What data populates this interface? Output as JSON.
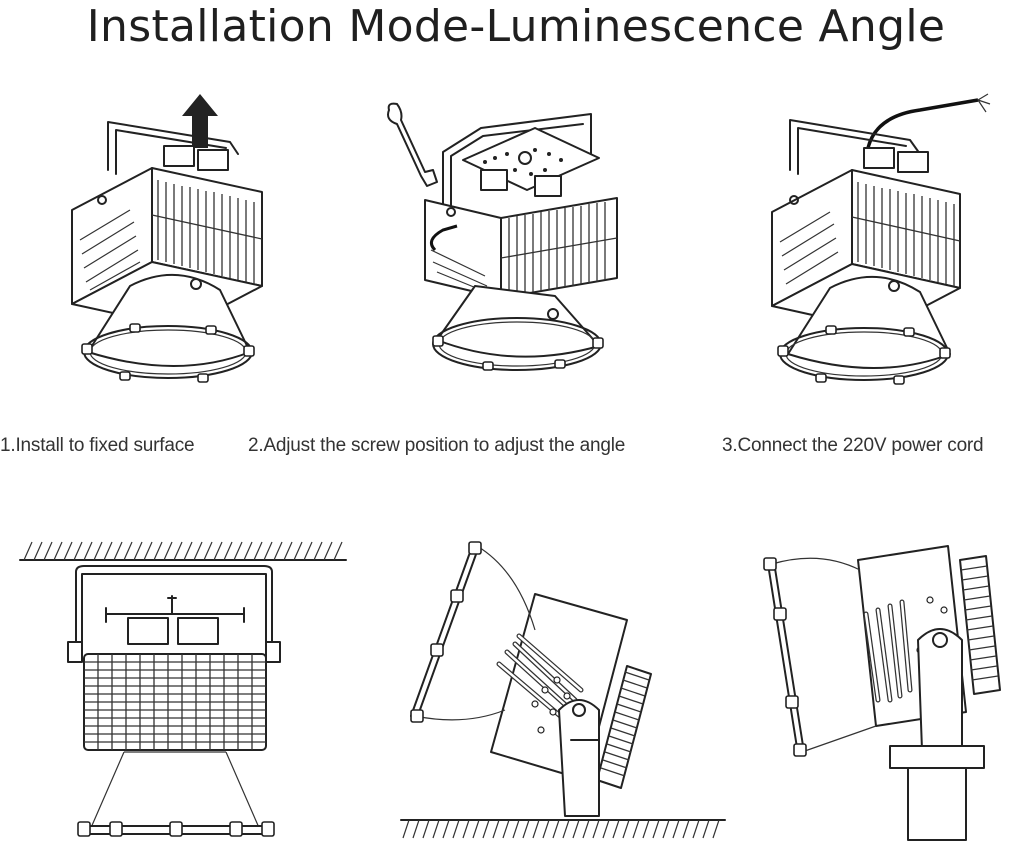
{
  "title": "Installation Mode-Luminescence Angle",
  "steps": [
    {
      "caption": "1.Install to fixed surface",
      "icon": "arrow-up-icon"
    },
    {
      "caption": "2.Adjust the screw position to adjust the angle",
      "icon": "wrench-icon"
    },
    {
      "caption": "3.Connect the 220V power cord",
      "icon": "power-cord-icon"
    }
  ],
  "modes": [
    {
      "name": "ceiling-mount"
    },
    {
      "name": "ground-mount-tilted"
    },
    {
      "name": "pole-mount-tilted"
    }
  ],
  "colors": {
    "ink": "#222222",
    "background": "#ffffff",
    "text": "#333333"
  }
}
